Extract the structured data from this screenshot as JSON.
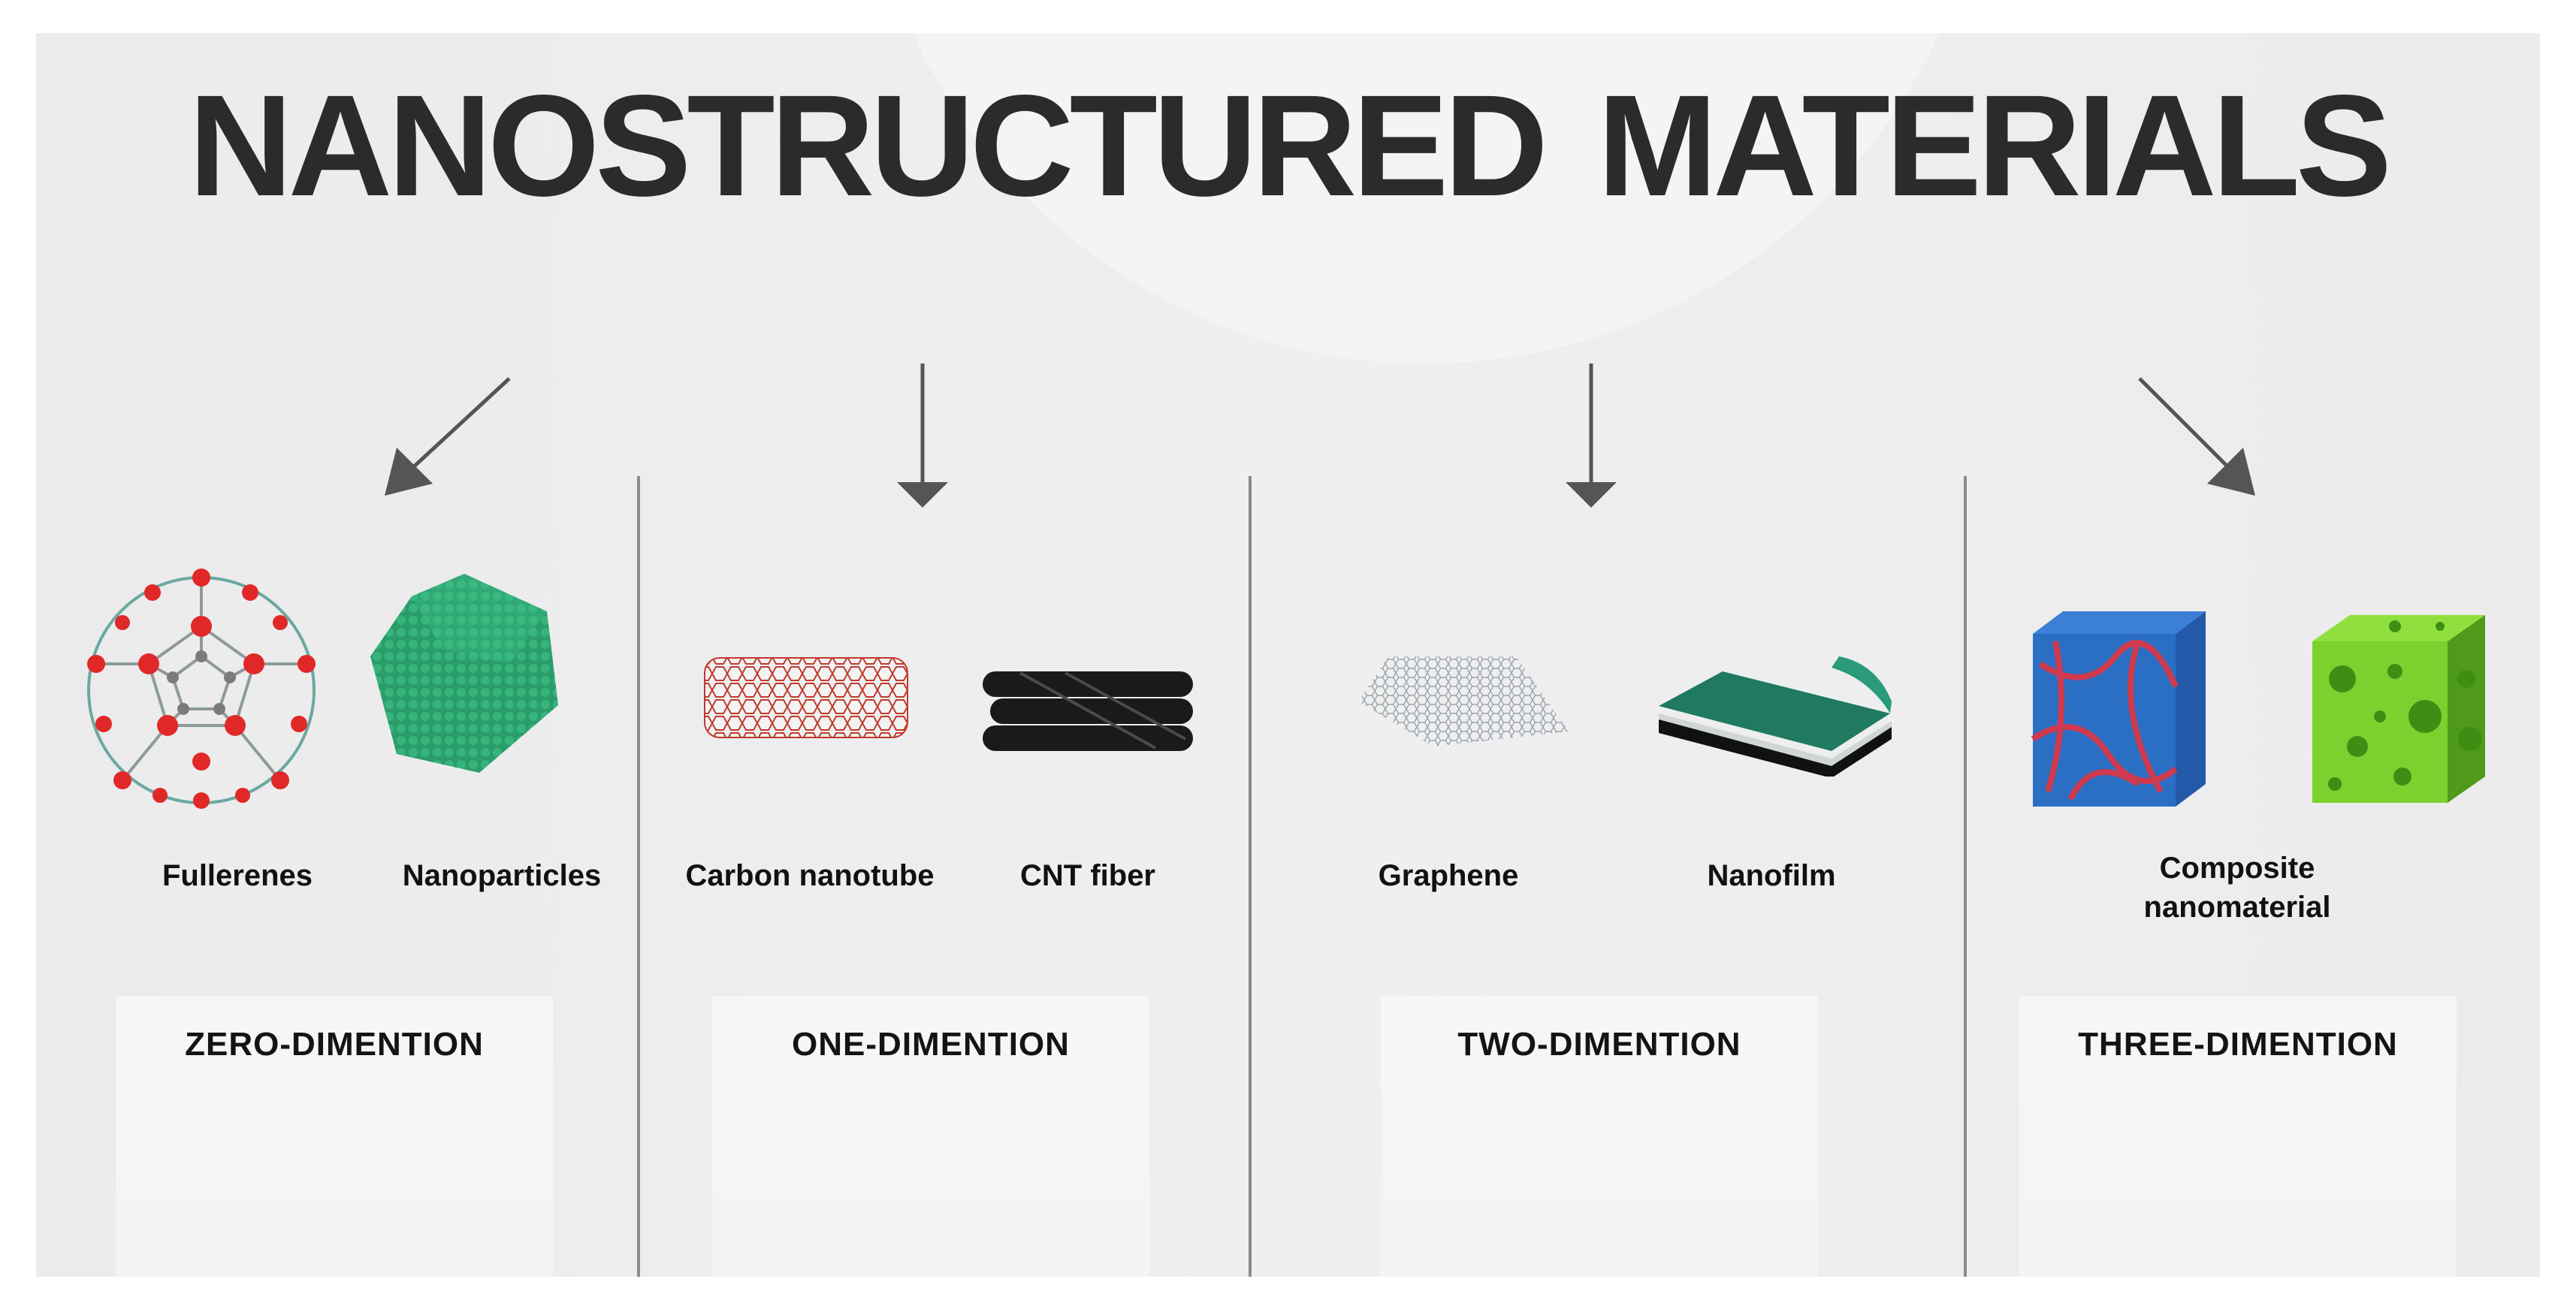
{
  "title": "NANOSTRUCTURED MATERIALS",
  "columns": [
    {
      "dimension": "ZERO-DIMENTION",
      "items": [
        "Fullerenes",
        "Nanoparticles"
      ]
    },
    {
      "dimension": "ONE-DIMENTION",
      "items": [
        "Carbon nanotube",
        "CNT fiber"
      ]
    },
    {
      "dimension": "TWO-DIMENTION",
      "items": [
        "Graphene",
        "Nanofilm"
      ]
    },
    {
      "dimension": "THREE-DIMENTION",
      "items": [
        "Composite\nnanomaterial"
      ]
    }
  ],
  "colors": {
    "title": "#2b2b2d",
    "arrow": "#555557",
    "fullerene_atom": "#e02828",
    "nanoparticle": "#2a9d6a",
    "nanotube": "#c0392b",
    "fiber": "#1a1a1a",
    "nanofilm": "#1f7a60",
    "composite_blue": "#2b6fc4",
    "composite_green": "#7bd12e"
  },
  "icons": [
    "arrow-down-left-icon",
    "arrow-down-icon",
    "arrow-down-icon",
    "arrow-down-right-icon"
  ]
}
